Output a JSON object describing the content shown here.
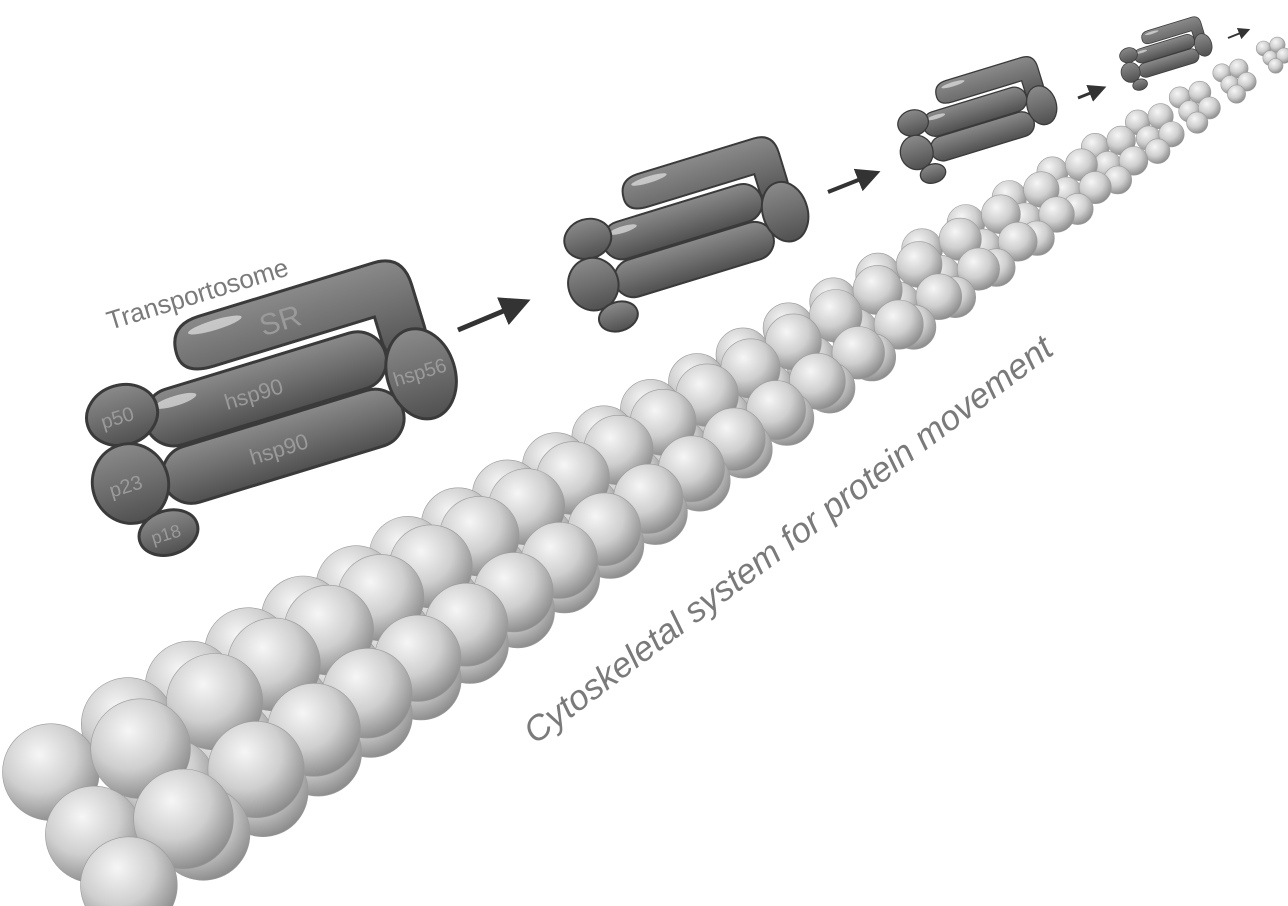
{
  "diagram": {
    "labels": {
      "complex_title": "Transportosome",
      "sr": "SR",
      "p50": "p50",
      "hsp90_top": "hsp90",
      "hsp90_bottom": "hsp90",
      "hsp56": "hsp56",
      "p23": "p23",
      "p18": "p18",
      "filament_caption": "Cytoskeletal system for protein movement"
    },
    "colors": {
      "protein_fill": "#6f6f6f",
      "protein_outline": "#3a3a3a",
      "sphere_highlight": "#f4f4f4",
      "sphere_shadow": "#8a8a8a",
      "arrow": "#333333"
    }
  }
}
